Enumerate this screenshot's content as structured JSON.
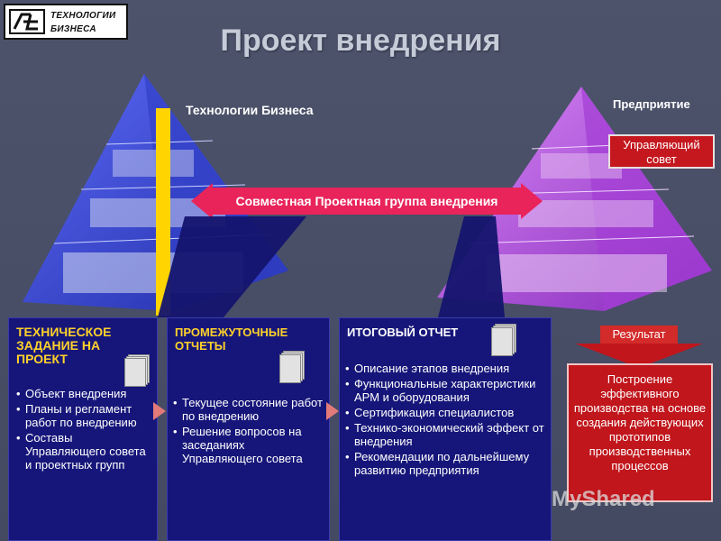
{
  "logo": {
    "line1": "ТЕХНОЛОГИИ",
    "line2": "БИЗНЕСА"
  },
  "title": "Проект внедрения",
  "labels": {
    "left_pyramid": "Технологии Бизнеса",
    "right_pyramid": "Предприятие",
    "council": "Управляющий совет",
    "joint_group": "Совместная Проектная группа внедрения",
    "result": "Результат"
  },
  "panels": {
    "tech_task": {
      "title": "ТЕХНИЧЕСКОЕ ЗАДАНИЕ НА ПРОЕКТ",
      "items": [
        "Объект внедрения",
        "Планы и регламент работ по внедрению",
        "Составы Управляющего совета и проектных групп"
      ]
    },
    "interim": {
      "title": "ПРОМЕЖУТОЧНЫЕ ОТЧЕТЫ",
      "items": [
        "Текущее состояние работ по внедрению",
        "Решение вопросов на заседаниях Управляющего совета"
      ]
    },
    "final": {
      "title": "ИТОГОВЫЙ ОТЧЕТ",
      "items": [
        "Описание этапов внедрения",
        "Функциональные характеристики АРМ и оборудования",
        "Сертификация специалистов",
        "Технико-экономический эффект от внедрения",
        "Рекомендации по дальнейшему развитию предприятия"
      ]
    }
  },
  "outcome": "Построение эффективного производства на основе создания действующих прототипов производственных процессов",
  "watermark": "MyShared",
  "colors": {
    "background": "#4a5066",
    "panel": "#16167a",
    "accent_pink": "#e8245a",
    "accent_red": "#c0161c",
    "left_pyramid": "#2a3bd6",
    "right_pyramid": "#b84ae0",
    "title_yellow": "#ffd22a"
  }
}
